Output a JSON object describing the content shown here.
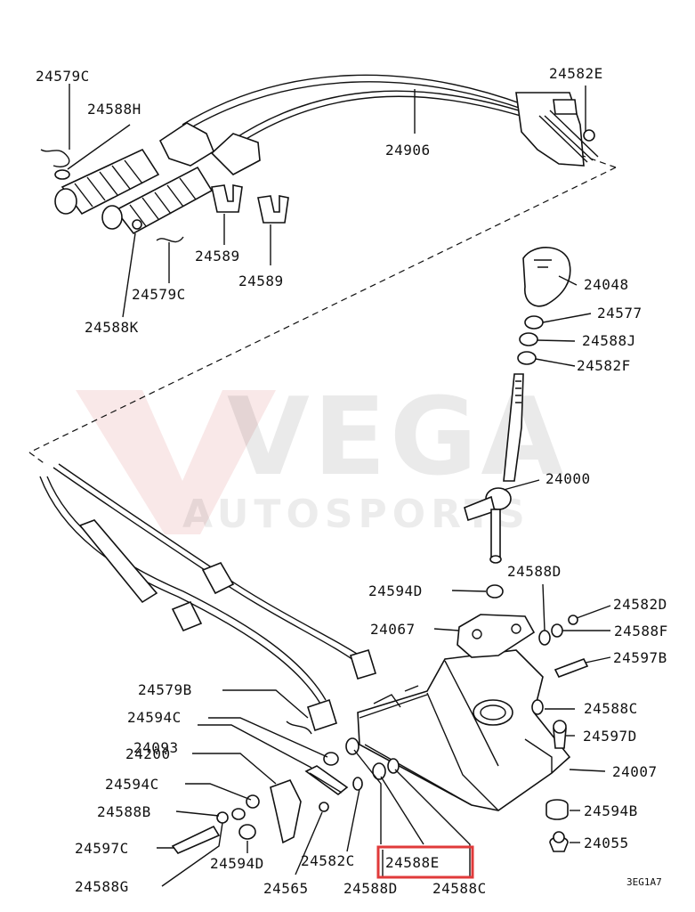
{
  "watermark": {
    "main": "VEGA",
    "sub": "AUTOSPORTS"
  },
  "diagram_code": "3EG1A7",
  "colors": {
    "highlight": "#e03a3a",
    "line": "#111111"
  },
  "highlighted_part": "24588E",
  "labels": {
    "l_24579C_top": "24579C",
    "l_24588H": "24588H",
    "l_24582E_top": "24582E",
    "l_24906": "24906",
    "l_24589_a": "24589",
    "l_24589_b": "24589",
    "l_24579C_mid": "24579C",
    "l_24588K": "24588K",
    "l_24048": "24048",
    "l_24577": "24577",
    "l_24588J": "24588J",
    "l_24582F": "24582F",
    "l_24000": "24000",
    "l_24594D_top": "24594D",
    "l_24588D_top": "24588D",
    "l_24582D": "24582D",
    "l_24067": "24067",
    "l_24588F": "24588F",
    "l_24597B": "24597B",
    "l_24579B": "24579B",
    "l_24588C_r": "24588C",
    "l_24594C_top": "24594C",
    "l_24597D": "24597D",
    "l_24093": "24093",
    "l_24200": "24200",
    "l_24007": "24007",
    "l_24594C_low": "24594C",
    "l_24588B": "24588B",
    "l_24594B": "24594B",
    "l_24597C": "24597C",
    "l_24055": "24055",
    "l_24594D_low": "24594D",
    "l_24582C": "24582C",
    "l_24588E": "24588E",
    "l_24588G": "24588G",
    "l_24565": "24565",
    "l_24588D_low": "24588D",
    "l_24588C_low": "24588C"
  }
}
